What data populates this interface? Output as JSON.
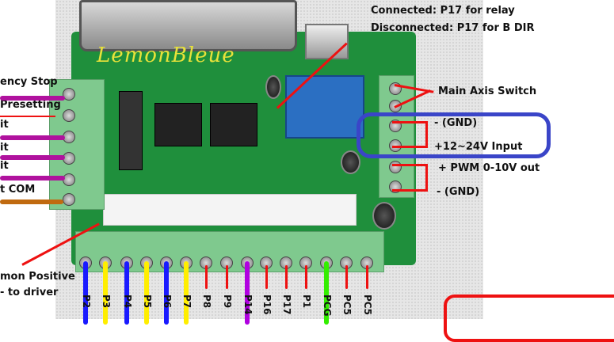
{
  "logo_text": "LemonBleue",
  "top_notes": [
    "Connected: P17 for relay",
    "Disconnected: P17 for B DIR"
  ],
  "right_labels": {
    "main_axis": "Main Axis Switch",
    "gnd1": "- (GND)",
    "vin": "+12~24V Input",
    "pwm": "+ PWM 0-10V out",
    "gnd2": "- (GND)"
  },
  "left_labels": [
    "ency Stop",
    "Presetting",
    "it",
    "it",
    "it",
    "t COM"
  ],
  "bottom_left_labels": [
    "mon Positive",
    "- to driver"
  ],
  "pins": [
    "P2",
    "P3",
    "P4",
    "P5",
    "P6",
    "P7",
    "P8",
    "P9",
    "P14",
    "P16",
    "P17",
    "P1",
    "PCG",
    "PC5",
    "PC5"
  ],
  "colors": {
    "pcb": "#1f8f3c",
    "highlight_oval": "#3a45c8",
    "annotation": "#e11111"
  }
}
